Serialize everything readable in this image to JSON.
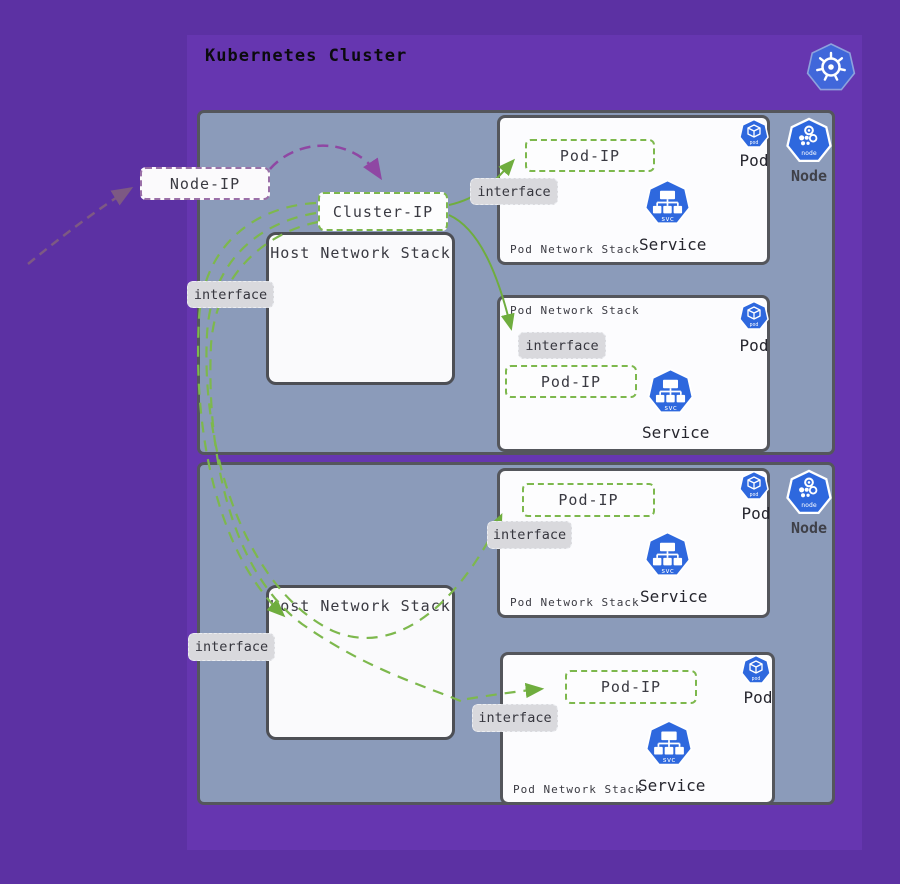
{
  "title": "Kubernetes Cluster",
  "labels": {
    "node_ip": "Node-IP",
    "cluster_ip": "Cluster-IP",
    "pod_ip": "Pod-IP",
    "interface": "interface",
    "host_stack": "Host Network Stack",
    "pod_stack": "Pod Network Stack",
    "pod": "Pod",
    "service": "Service",
    "node": "Node",
    "svc_icon_text": "svc",
    "pod_icon_text": "pod",
    "node_icon_text": "node"
  },
  "colors": {
    "outer_background": "#5c31a3",
    "cluster_background": "#6636b0",
    "node_fill": "#8b9bba",
    "panel_fill": "#fafafc",
    "interface_fill": "#d9d9dd",
    "green_edge": "#7db84d",
    "green_solid_edge": "#6fad3e",
    "purple_edge_muted": "#7d5983",
    "purple_edge_vivid": "#8f47a3",
    "kubernetes_blue": "#2e68de",
    "logo_blue": "#4067da"
  },
  "structure": {
    "nodes_count": 2,
    "pods_per_node": 2,
    "host_stacks_count": 2
  }
}
